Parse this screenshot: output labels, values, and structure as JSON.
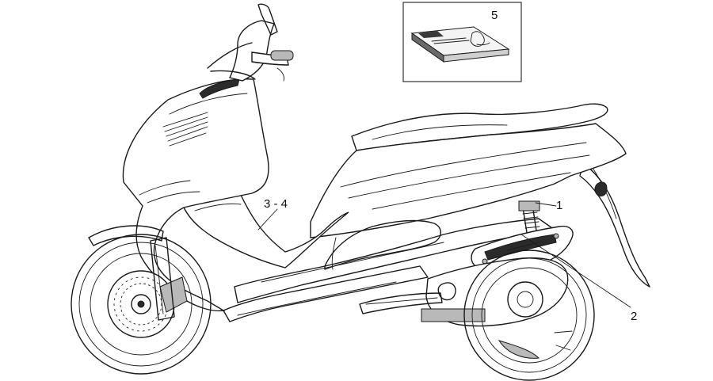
{
  "callouts": [
    {
      "id": "1",
      "label": "1"
    },
    {
      "id": "2",
      "label": "2"
    },
    {
      "id": "3-4",
      "label": "3 - 4"
    },
    {
      "id": "5",
      "label": "5"
    }
  ],
  "colors": {
    "line": "#1a1a1a",
    "background": "#ffffff",
    "box_border": "#333333"
  }
}
